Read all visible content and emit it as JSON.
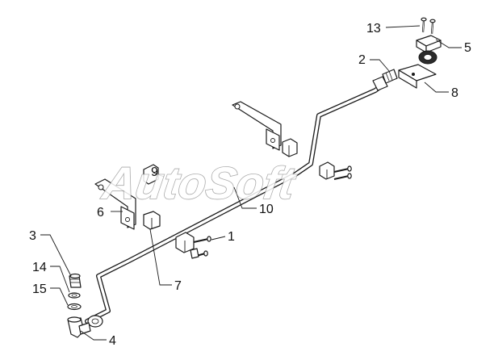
{
  "watermark": "AutoSoft",
  "callouts": [
    {
      "id": "c1",
      "label": "1"
    },
    {
      "id": "c2",
      "label": "2"
    },
    {
      "id": "c3",
      "label": "3"
    },
    {
      "id": "c4",
      "label": "4"
    },
    {
      "id": "c5",
      "label": "5"
    },
    {
      "id": "c6",
      "label": "6"
    },
    {
      "id": "c7",
      "label": "7"
    },
    {
      "id": "c8",
      "label": "8"
    },
    {
      "id": "c9",
      "label": "9"
    },
    {
      "id": "c10",
      "label": "10"
    },
    {
      "id": "c13",
      "label": "13"
    },
    {
      "id": "c14",
      "label": "14"
    },
    {
      "id": "c15",
      "label": "15"
    }
  ],
  "colors": {
    "line": "#1a1a1a",
    "watermark_stroke": "#9c9c9c",
    "background": "#ffffff"
  }
}
